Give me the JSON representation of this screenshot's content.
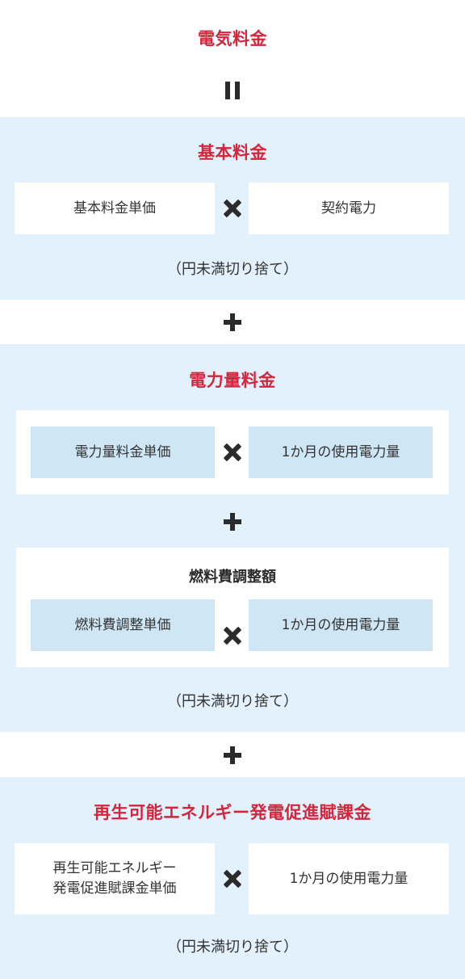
{
  "header": {
    "title": "電気料金"
  },
  "basic": {
    "title": "基本料金",
    "left": "基本料金単価",
    "right": "契約電力",
    "note": "（円未満切り捨て）"
  },
  "energy": {
    "title": "電力量料金",
    "row1_left": "電力量料金単価",
    "row1_right": "1か月の使用電力量",
    "fuel_title": "燃料費調整額",
    "row2_left": "燃料費調整単価",
    "row2_right": "1か月の使用電力量",
    "note": "（円未満切り捨て）"
  },
  "renewable": {
    "title": "再生可能エネルギー発電促進賦課金",
    "left_line1": "再生可能エネルギー",
    "left_line2": "発電促進賦課金単価",
    "right": "1か月の使用電力量",
    "note": "（円未満切り捨て）"
  },
  "colors": {
    "accent": "#d3263c",
    "section_bg": "#e2f1fb",
    "unit_box": "#cfe6f5"
  },
  "icons": [
    "equals-icon",
    "times-icon",
    "plus-icon"
  ]
}
